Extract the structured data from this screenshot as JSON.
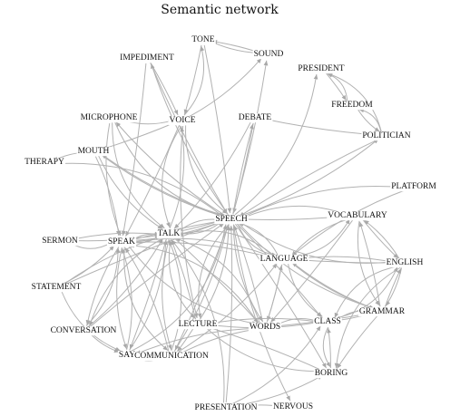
{
  "figure": {
    "title": "Semantic network"
  },
  "colors": {
    "edge": "#b2b2b2",
    "label": "#111111",
    "background": "#ffffff"
  },
  "nodes": [
    {
      "id": "tone",
      "label": "TONE"
    },
    {
      "id": "sound",
      "label": "SOUND"
    },
    {
      "id": "impediment",
      "label": "IMPEDIMENT"
    },
    {
      "id": "president",
      "label": "PRESIDENT"
    },
    {
      "id": "freedom",
      "label": "FREEDOM"
    },
    {
      "id": "microphone",
      "label": "MICROPHONE"
    },
    {
      "id": "voice",
      "label": "VOICE"
    },
    {
      "id": "debate",
      "label": "DEBATE"
    },
    {
      "id": "politician",
      "label": "POLITICIAN"
    },
    {
      "id": "mouth",
      "label": "MOUTH"
    },
    {
      "id": "therapy",
      "label": "THERAPY"
    },
    {
      "id": "platform",
      "label": "PLATFORM"
    },
    {
      "id": "speech",
      "label": "SPEECH"
    },
    {
      "id": "vocabulary",
      "label": "VOCABULARY"
    },
    {
      "id": "sermon",
      "label": "SERMON"
    },
    {
      "id": "speak",
      "label": "SPEAK"
    },
    {
      "id": "talk",
      "label": "TALK"
    },
    {
      "id": "language",
      "label": "LANGUAGE"
    },
    {
      "id": "english",
      "label": "ENGLISH"
    },
    {
      "id": "statement",
      "label": "STATEMENT"
    },
    {
      "id": "grammar",
      "label": "GRAMMAR"
    },
    {
      "id": "lecture",
      "label": "LECTURE"
    },
    {
      "id": "words",
      "label": "WORDS"
    },
    {
      "id": "class",
      "label": "CLASS"
    },
    {
      "id": "conversation",
      "label": "CONVERSATION"
    },
    {
      "id": "say",
      "label": "SAY"
    },
    {
      "id": "communication",
      "label": "COMMUNICATION"
    },
    {
      "id": "boring",
      "label": "BORING"
    },
    {
      "id": "presentation",
      "label": "PRESENTATION"
    },
    {
      "id": "nervous",
      "label": "NERVOUS"
    }
  ],
  "edges": [
    [
      "tone",
      "sound"
    ],
    [
      "sound",
      "tone"
    ],
    [
      "tone",
      "voice"
    ],
    [
      "voice",
      "tone"
    ],
    [
      "voice",
      "sound"
    ],
    [
      "impediment",
      "speech"
    ],
    [
      "impediment",
      "voice"
    ],
    [
      "president",
      "freedom"
    ],
    [
      "freedom",
      "president"
    ],
    [
      "freedom",
      "politician"
    ],
    [
      "politician",
      "freedom"
    ],
    [
      "politician",
      "president"
    ],
    [
      "speech",
      "president"
    ],
    [
      "speech",
      "politician"
    ],
    [
      "politician",
      "speech"
    ],
    [
      "debate",
      "speech"
    ],
    [
      "speech",
      "debate"
    ],
    [
      "debate",
      "talk"
    ],
    [
      "microphone",
      "voice"
    ],
    [
      "microphone",
      "speech"
    ],
    [
      "microphone",
      "talk"
    ],
    [
      "microphone",
      "speak"
    ],
    [
      "voice",
      "speech"
    ],
    [
      "voice",
      "talk"
    ],
    [
      "voice",
      "speak"
    ],
    [
      "voice",
      "mouth"
    ],
    [
      "voice",
      "lecture"
    ],
    [
      "mouth",
      "speak"
    ],
    [
      "mouth",
      "talk"
    ],
    [
      "mouth",
      "speech"
    ],
    [
      "mouth",
      "therapy"
    ],
    [
      "speech",
      "therapy"
    ],
    [
      "speech",
      "mouth"
    ],
    [
      "speech",
      "impediment"
    ],
    [
      "speech",
      "microphone"
    ],
    [
      "speech",
      "sound"
    ],
    [
      "talk",
      "voice"
    ],
    [
      "talk",
      "speech"
    ],
    [
      "speech",
      "talk"
    ],
    [
      "talk",
      "speak"
    ],
    [
      "speak",
      "talk"
    ],
    [
      "speak",
      "speech"
    ],
    [
      "speech",
      "speak"
    ],
    [
      "sermon",
      "speech"
    ],
    [
      "sermon",
      "talk"
    ],
    [
      "sermon",
      "speak"
    ],
    [
      "platform",
      "speech"
    ],
    [
      "vocabulary",
      "speech"
    ],
    [
      "speech",
      "vocabulary"
    ],
    [
      "vocabulary",
      "english"
    ],
    [
      "english",
      "vocabulary"
    ],
    [
      "vocabulary",
      "language"
    ],
    [
      "language",
      "vocabulary"
    ],
    [
      "vocabulary",
      "words"
    ],
    [
      "vocabulary",
      "grammar"
    ],
    [
      "grammar",
      "vocabulary"
    ],
    [
      "speech",
      "language"
    ],
    [
      "language",
      "speech"
    ],
    [
      "language",
      "english"
    ],
    [
      "english",
      "language"
    ],
    [
      "language",
      "words"
    ],
    [
      "words",
      "language"
    ],
    [
      "language",
      "talk"
    ],
    [
      "language",
      "speak"
    ],
    [
      "speak",
      "language"
    ],
    [
      "language",
      "class"
    ],
    [
      "language",
      "grammar"
    ],
    [
      "english",
      "class"
    ],
    [
      "class",
      "english"
    ],
    [
      "english",
      "grammar"
    ],
    [
      "grammar",
      "english"
    ],
    [
      "english",
      "boring"
    ],
    [
      "grammar",
      "class"
    ],
    [
      "class",
      "grammar"
    ],
    [
      "grammar",
      "boring"
    ],
    [
      "grammar",
      "language"
    ],
    [
      "grammar",
      "words"
    ],
    [
      "class",
      "boring"
    ],
    [
      "boring",
      "class"
    ],
    [
      "lecture",
      "boring"
    ],
    [
      "boring",
      "lecture"
    ],
    [
      "class",
      "lecture"
    ],
    [
      "lecture",
      "class"
    ],
    [
      "class",
      "words"
    ],
    [
      "words",
      "speech"
    ],
    [
      "speech",
      "words"
    ],
    [
      "words",
      "talk"
    ],
    [
      "words",
      "speak"
    ],
    [
      "words",
      "say"
    ],
    [
      "lecture",
      "speech"
    ],
    [
      "speech",
      "lecture"
    ],
    [
      "lecture",
      "talk"
    ],
    [
      "talk",
      "lecture"
    ],
    [
      "lecture",
      "communication"
    ],
    [
      "statement",
      "speech"
    ],
    [
      "statement",
      "say"
    ],
    [
      "statement",
      "talk"
    ],
    [
      "statement",
      "speak"
    ],
    [
      "conversation",
      "talk"
    ],
    [
      "talk",
      "conversation"
    ],
    [
      "conversation",
      "speak"
    ],
    [
      "speak",
      "conversation"
    ],
    [
      "conversation",
      "say"
    ],
    [
      "conversation",
      "speech"
    ],
    [
      "say",
      "talk"
    ],
    [
      "talk",
      "say"
    ],
    [
      "say",
      "speak"
    ],
    [
      "speak",
      "say"
    ],
    [
      "say",
      "speech"
    ],
    [
      "communication",
      "talk"
    ],
    [
      "communication",
      "speak"
    ],
    [
      "speak",
      "communication"
    ],
    [
      "communication",
      "speech"
    ],
    [
      "talk",
      "communication"
    ],
    [
      "communication",
      "language"
    ],
    [
      "communication",
      "words"
    ],
    [
      "say",
      "communication"
    ],
    [
      "presentation",
      "speech"
    ],
    [
      "presentation",
      "talk"
    ],
    [
      "presentation",
      "boring"
    ],
    [
      "presentation",
      "class"
    ],
    [
      "presentation",
      "nervous"
    ],
    [
      "speech",
      "nervous"
    ],
    [
      "speech",
      "boring"
    ],
    [
      "speech",
      "class"
    ],
    [
      "debate",
      "politician"
    ],
    [
      "speech",
      "communication"
    ],
    [
      "speech",
      "english"
    ],
    [
      "speak",
      "words"
    ],
    [
      "talk",
      "words"
    ],
    [
      "impediment",
      "speak"
    ],
    [
      "speech",
      "grammar"
    ],
    [
      "platform",
      "language"
    ],
    [
      "tone",
      "speech"
    ]
  ]
}
